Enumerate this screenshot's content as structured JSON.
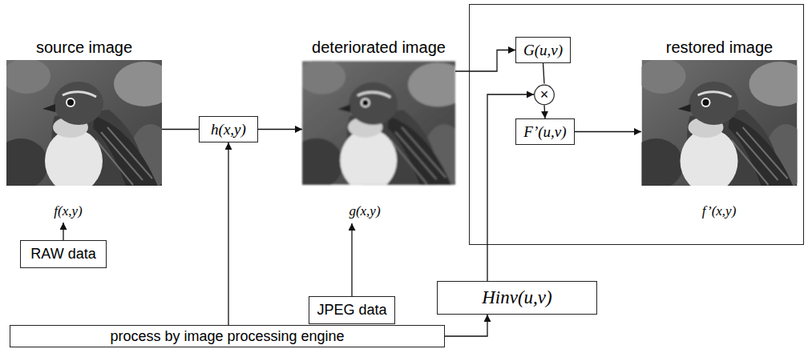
{
  "diagram": {
    "nodes": [
      {
        "text": [
          "source image"
        ]
      },
      {
        "text": [
          "h(x,y)"
        ]
      },
      {
        "text": [
          "deteriorated image"
        ]
      },
      {
        "text": [
          "G(u,v)"
        ]
      },
      {
        "text": [
          "×"
        ]
      },
      {
        "text": [
          "F’(u,v)"
        ]
      },
      {
        "text": [
          "restored image"
        ]
      },
      {
        "text": [
          "RAW data"
        ]
      },
      {
        "text": [
          "JPEG data"
        ]
      },
      {
        "text": [
          "Hinv(u,v)"
        ]
      },
      {
        "text": [
          "process by image processing engine"
        ]
      }
    ],
    "edges": [
      {
        "from": 0,
        "to": 1,
        "arrow": "none"
      },
      {
        "from": 1,
        "to": 2,
        "arrow": "to"
      },
      {
        "from": 2,
        "to": 3,
        "arrow": "to"
      },
      {
        "from": 3,
        "to": 4,
        "arrow": "none"
      },
      {
        "from": 4,
        "to": 5,
        "arrow": "to"
      },
      {
        "from": 9,
        "to": 4,
        "arrow": "to"
      },
      {
        "from": 5,
        "to": 6,
        "arrow": "to"
      },
      {
        "from": 10,
        "to": 1,
        "arrow": "to"
      },
      {
        "from": 10,
        "to": 9,
        "arrow": "to"
      }
    ],
    "labels": [
      "f(x,y)",
      "g(x,y)",
      "f’(x,y)"
    ]
  }
}
